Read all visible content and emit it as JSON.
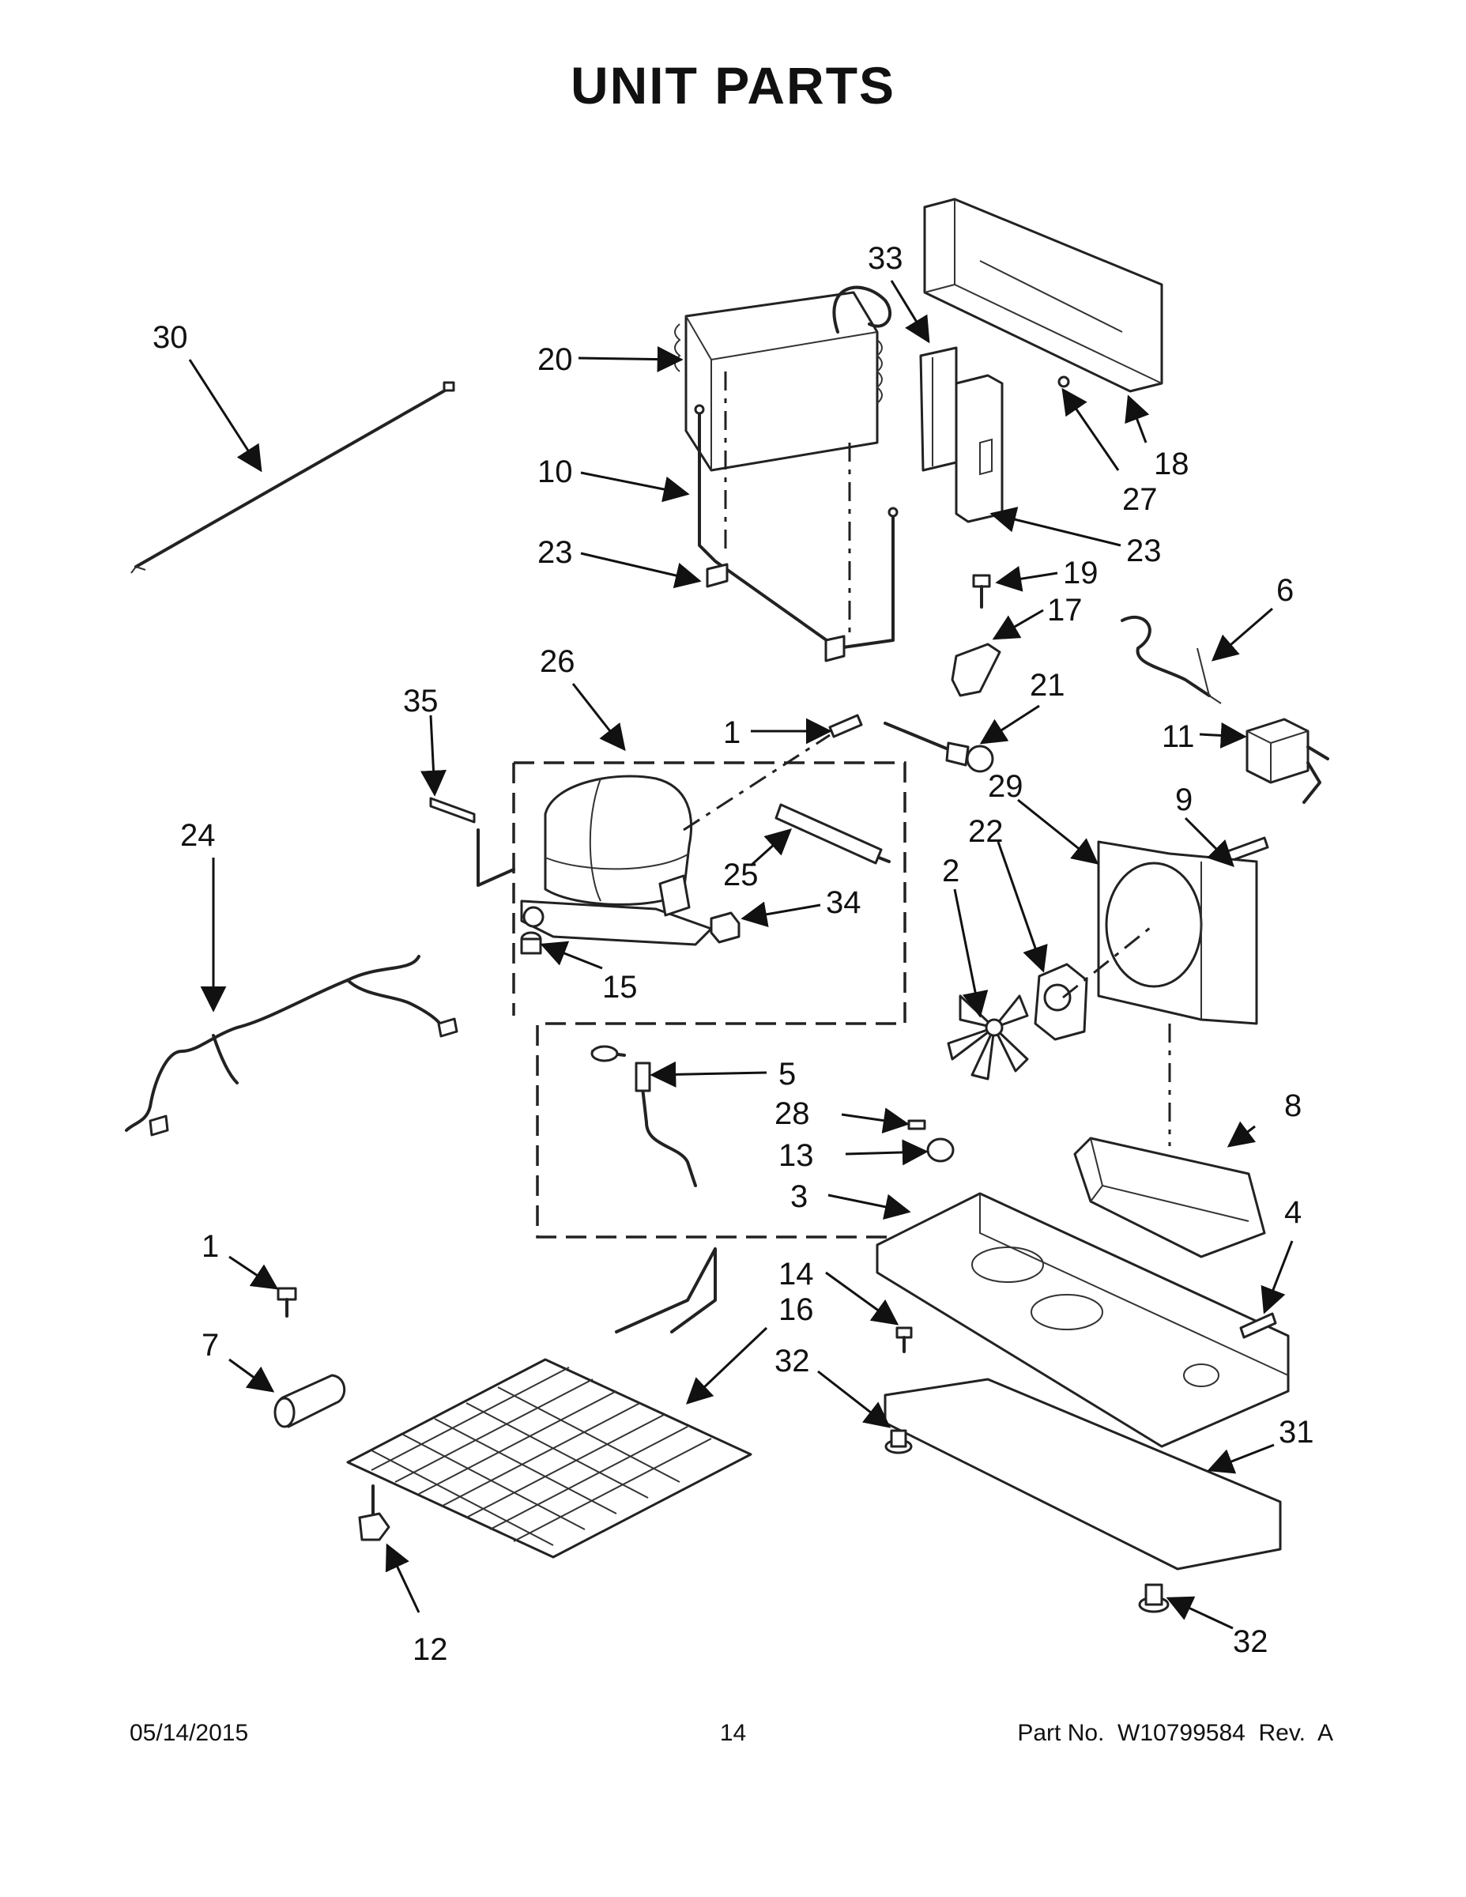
{
  "title": "UNIT PARTS",
  "callouts": [
    "1",
    "2",
    "3",
    "4",
    "5",
    "6",
    "7",
    "8",
    "9",
    "10",
    "11",
    "12",
    "13",
    "14",
    "15",
    "16",
    "17",
    "18",
    "19",
    "20",
    "21",
    "22",
    "23",
    "24",
    "25",
    "26",
    "27",
    "28",
    "29",
    "30",
    "31",
    "32",
    "33",
    "34",
    "35"
  ],
  "footer": {
    "date": "05/14/2015",
    "page": "14",
    "part_no": "Part No.  W10799584  Rev.  A"
  }
}
